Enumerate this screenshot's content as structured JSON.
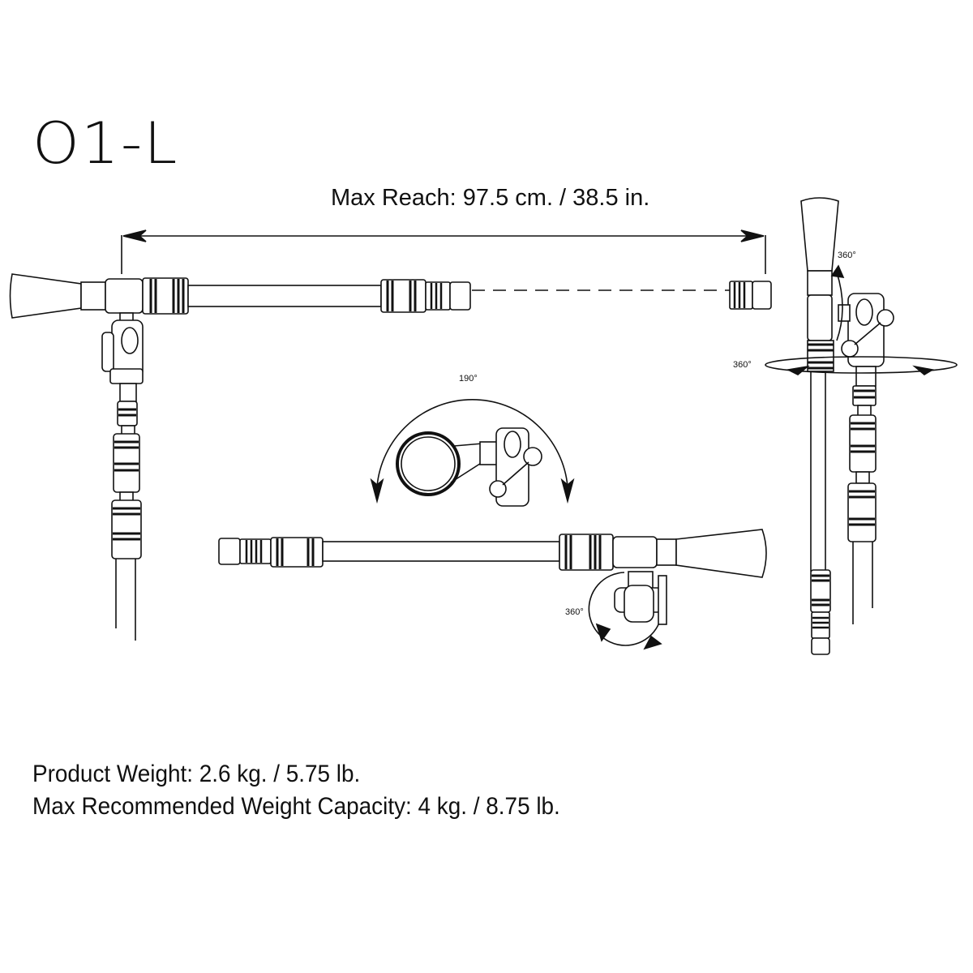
{
  "product": {
    "model": "O1-L"
  },
  "dimensions": {
    "max_reach_label": "Max Reach: 97.5 cm. / 38.5 in."
  },
  "rotation_labels": {
    "side_head_vertical": "360°",
    "side_head_horizontal": "360°",
    "tilt_arc": "190°",
    "bottom_ball_head": "360°"
  },
  "specs": {
    "product_weight": "Product Weight: 2.6 kg. / 5.75 lb.",
    "max_capacity": "Max Recommended Weight Capacity: 4 kg. / 8.75 lb."
  },
  "colors": {
    "line": "#111111",
    "background": "#ffffff"
  }
}
